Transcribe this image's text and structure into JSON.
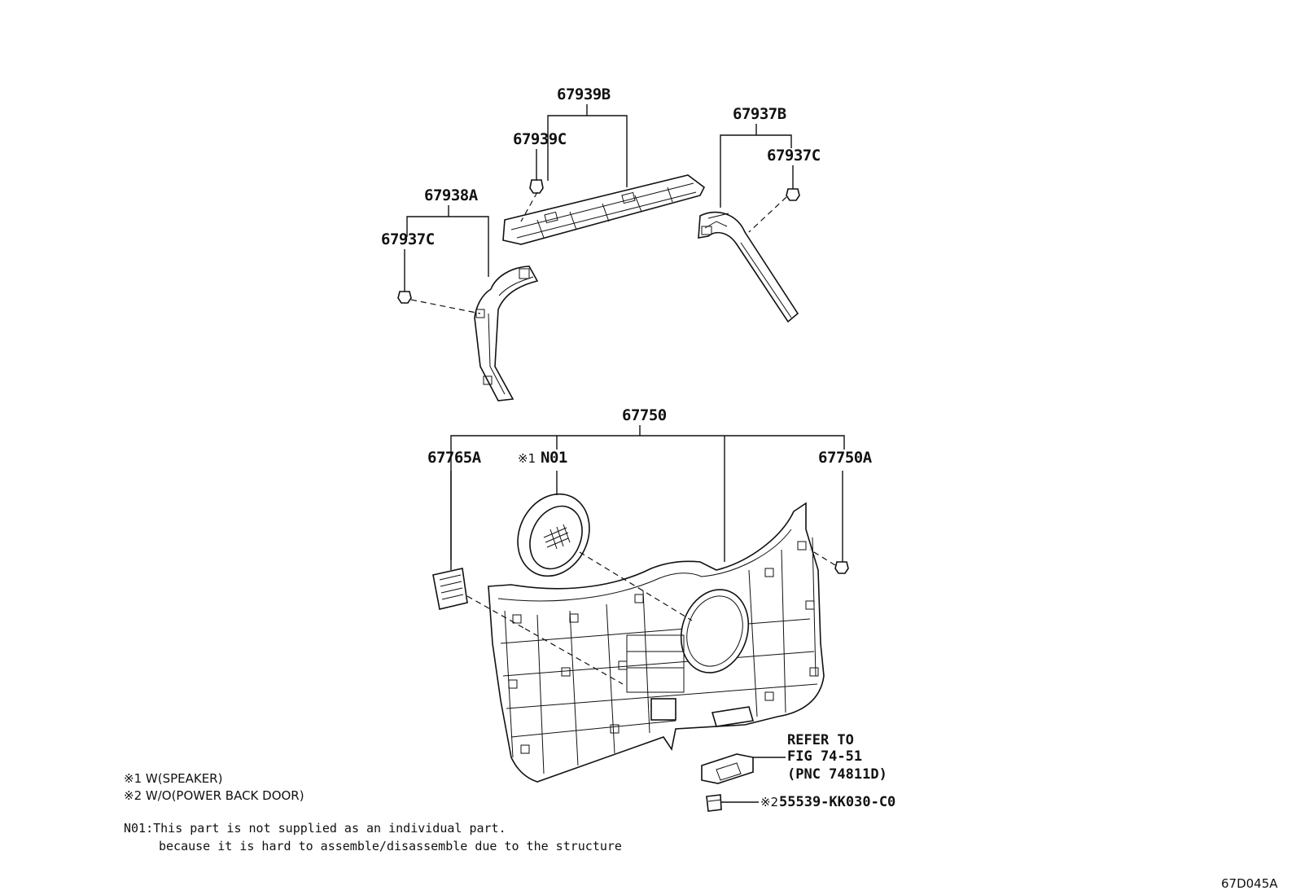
{
  "labels": {
    "p67939B": "67939B",
    "p67939C": "67939C",
    "p67937B": "67937B",
    "p67937C_right": "67937C",
    "p67938A": "67938A",
    "p67937C_left": "67937C",
    "p67750": "67750",
    "p67765A": "67765A",
    "pN01_mark": "※1",
    "pN01": "N01",
    "p67750A": "67750A",
    "ref_line1": "REFER TO",
    "ref_line2": "FIG 74-51",
    "ref_line3": "(PNC 74811D)",
    "p55539_mark": "※2",
    "p55539": "55539-KK030-C0"
  },
  "notes": {
    "note1": "※1 W(SPEAKER)",
    "note2": "※2 W/O(POWER BACK DOOR)",
    "n01_line1": "N01:This part is not supplied as an individual part.",
    "n01_line2": "because it is hard to assemble/disassemble due to the structure"
  },
  "figure_id": "67D045A"
}
